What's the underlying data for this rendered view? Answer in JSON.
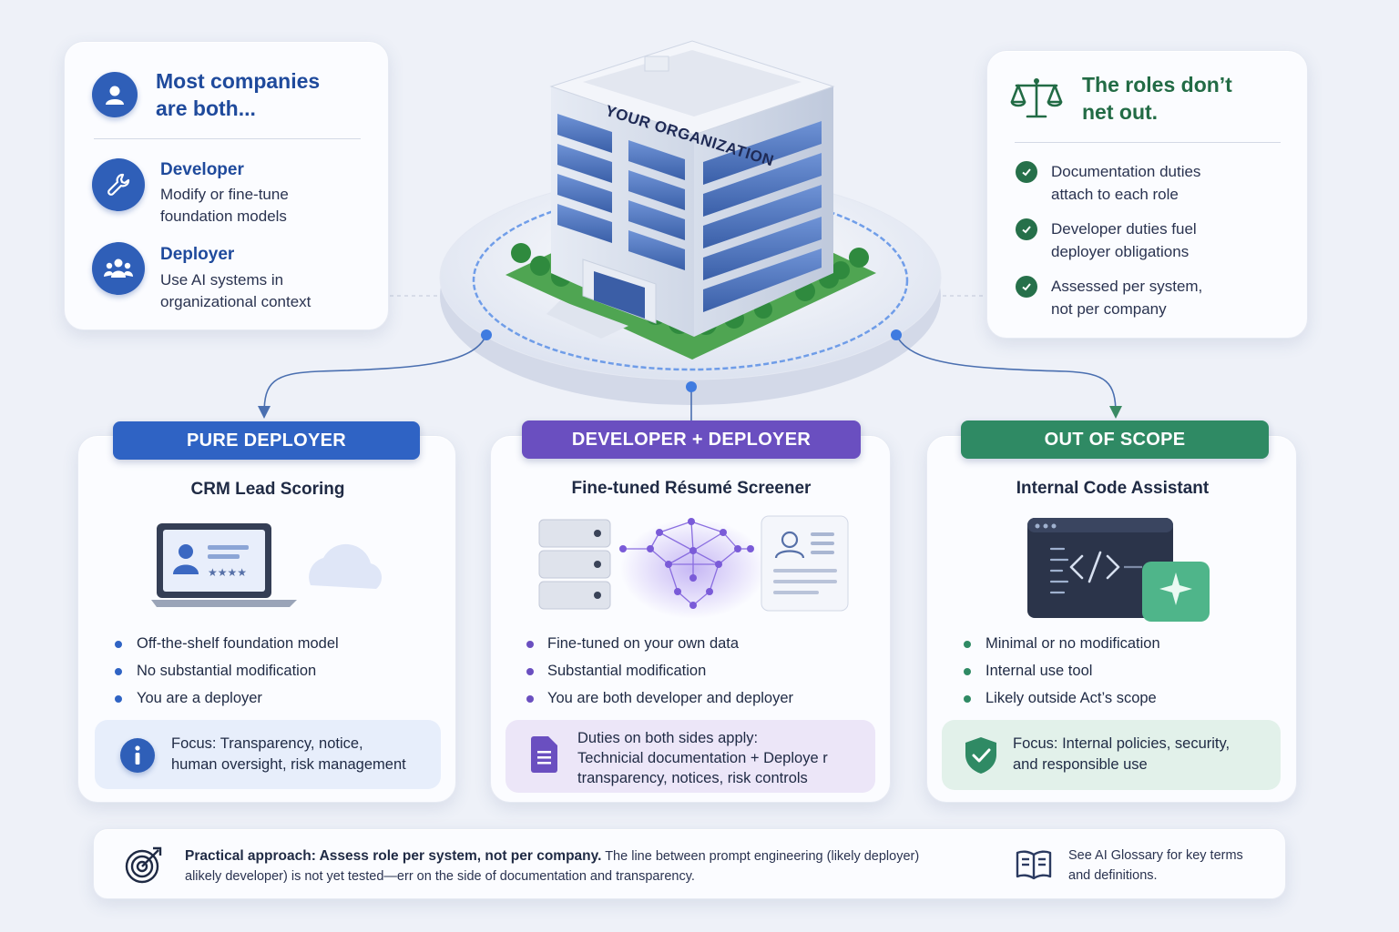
{
  "organization": {
    "label": "YOUR ORGANIZATION"
  },
  "both_card": {
    "title_line1": "Most companies",
    "title_line2": "are both...",
    "developer": {
      "label": "Developer",
      "desc_line1": "Modify or fine-tune",
      "desc_line2": "foundation models",
      "icon": "wrench-icon"
    },
    "deployer": {
      "label": "Deployer",
      "desc_line1": "Use AI systems in",
      "desc_line2": "organizational context",
      "icon": "users-icon"
    }
  },
  "roles_card": {
    "title_line1": "The roles don’t",
    "title_line2": "net out.",
    "items": [
      {
        "line1": "Documentation duties",
        "line2": "attach to each role"
      },
      {
        "line1": "Developer duties fuel",
        "line2": "deployer obligations"
      },
      {
        "line1": "Assessed per system,",
        "line2": "not per company"
      }
    ]
  },
  "columns": [
    {
      "banner": "PURE DEPLOYER",
      "color": "#2f63c4",
      "system": "CRM Lead Scoring",
      "bullets": [
        "Off-the-shelf foundation model",
        "No substantial modification",
        "You are a deployer"
      ],
      "focus_line1": "Focus: Transparency, notice,",
      "focus_line2": "human oversight, risk management",
      "focus_icon": "info-icon"
    },
    {
      "banner": "DEVELOPER + DEPLOYER",
      "color": "#6a4fc0",
      "system": "Fine-tuned Résumé Screener",
      "bullets": [
        "Fine-tuned on your own data",
        "Substantial modification",
        "You are both developer and deployer"
      ],
      "focus_line1": "Duties on both sides apply:",
      "focus_line2": "Technicial documentation + Deploye r",
      "focus_line3": "transparency, notices, risk controls",
      "focus_icon": "document-icon"
    },
    {
      "banner": "OUT OF SCOPE",
      "color": "#2f8a64",
      "system": "Internal Code Assistant",
      "bullets": [
        "Minimal or no modification",
        "Internal use tool",
        "Likely outside Act’s scope"
      ],
      "focus_line1": "Focus: Internal policies, security,",
      "focus_line2": "and responsible use",
      "focus_icon": "shield-check-icon"
    }
  ],
  "footer": {
    "bold": "Practical approach: Assess role per system, not per company.",
    "line1_rest": " The line between prompt engineering (likely deployer)",
    "line2": "alikely developer) is not yet tested—err on the side of documentation and transparency.",
    "glossary_line1": "See AI Glossary for key terms",
    "glossary_line2": "and definitions.",
    "target_icon": "target-icon",
    "book_icon": "book-icon"
  },
  "colors": {
    "blue": "#2f63c4",
    "purple": "#6a4fc0",
    "green": "#2f8a64",
    "navy": "#1f4a9c",
    "dark_green": "#226b45"
  }
}
